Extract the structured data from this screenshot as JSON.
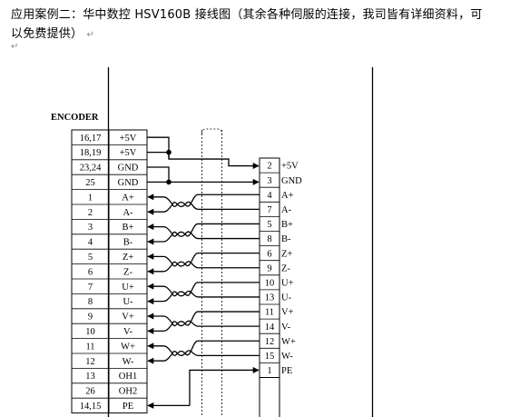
{
  "intro": {
    "line1": "应用案例二：华中数控 HSV160B 接线图（其余各种伺服的连接，我司皆有详细资料，可",
    "line2": "以免费提供）",
    "mark": "↵",
    "para_mark": "↵"
  },
  "encoder": {
    "title": "ENCODER",
    "rows": [
      {
        "pin": "16,17",
        "sig": "+5V"
      },
      {
        "pin": "18,19",
        "sig": "+5V"
      },
      {
        "pin": "23,24",
        "sig": "GND"
      },
      {
        "pin": "25",
        "sig": "GND"
      },
      {
        "pin": "1",
        "sig": "A+"
      },
      {
        "pin": "2",
        "sig": "A-"
      },
      {
        "pin": "3",
        "sig": "B+"
      },
      {
        "pin": "4",
        "sig": "B-"
      },
      {
        "pin": "5",
        "sig": "Z+"
      },
      {
        "pin": "6",
        "sig": "Z-"
      },
      {
        "pin": "7",
        "sig": "U+"
      },
      {
        "pin": "8",
        "sig": "U-"
      },
      {
        "pin": "9",
        "sig": "V+"
      },
      {
        "pin": "10",
        "sig": "V-"
      },
      {
        "pin": "11",
        "sig": "W+"
      },
      {
        "pin": "12",
        "sig": "W-"
      },
      {
        "pin": "13",
        "sig": "OH1"
      },
      {
        "pin": "26",
        "sig": "OH2"
      },
      {
        "pin": "14,15",
        "sig": "PE"
      }
    ]
  },
  "right_connector": {
    "rows": [
      {
        "pin": "2",
        "sig": "+5V"
      },
      {
        "pin": "3",
        "sig": "GND"
      },
      {
        "pin": "4",
        "sig": "A+"
      },
      {
        "pin": "7",
        "sig": "A-"
      },
      {
        "pin": "5",
        "sig": "B+"
      },
      {
        "pin": "8",
        "sig": "B-"
      },
      {
        "pin": "6",
        "sig": "Z+"
      },
      {
        "pin": "9",
        "sig": "Z-"
      },
      {
        "pin": "10",
        "sig": "U+"
      },
      {
        "pin": "13",
        "sig": "U-"
      },
      {
        "pin": "11",
        "sig": "V+"
      },
      {
        "pin": "14",
        "sig": "V-"
      },
      {
        "pin": "12",
        "sig": "W+"
      },
      {
        "pin": "15",
        "sig": "W-"
      },
      {
        "pin": "1",
        "sig": "PE"
      }
    ]
  }
}
